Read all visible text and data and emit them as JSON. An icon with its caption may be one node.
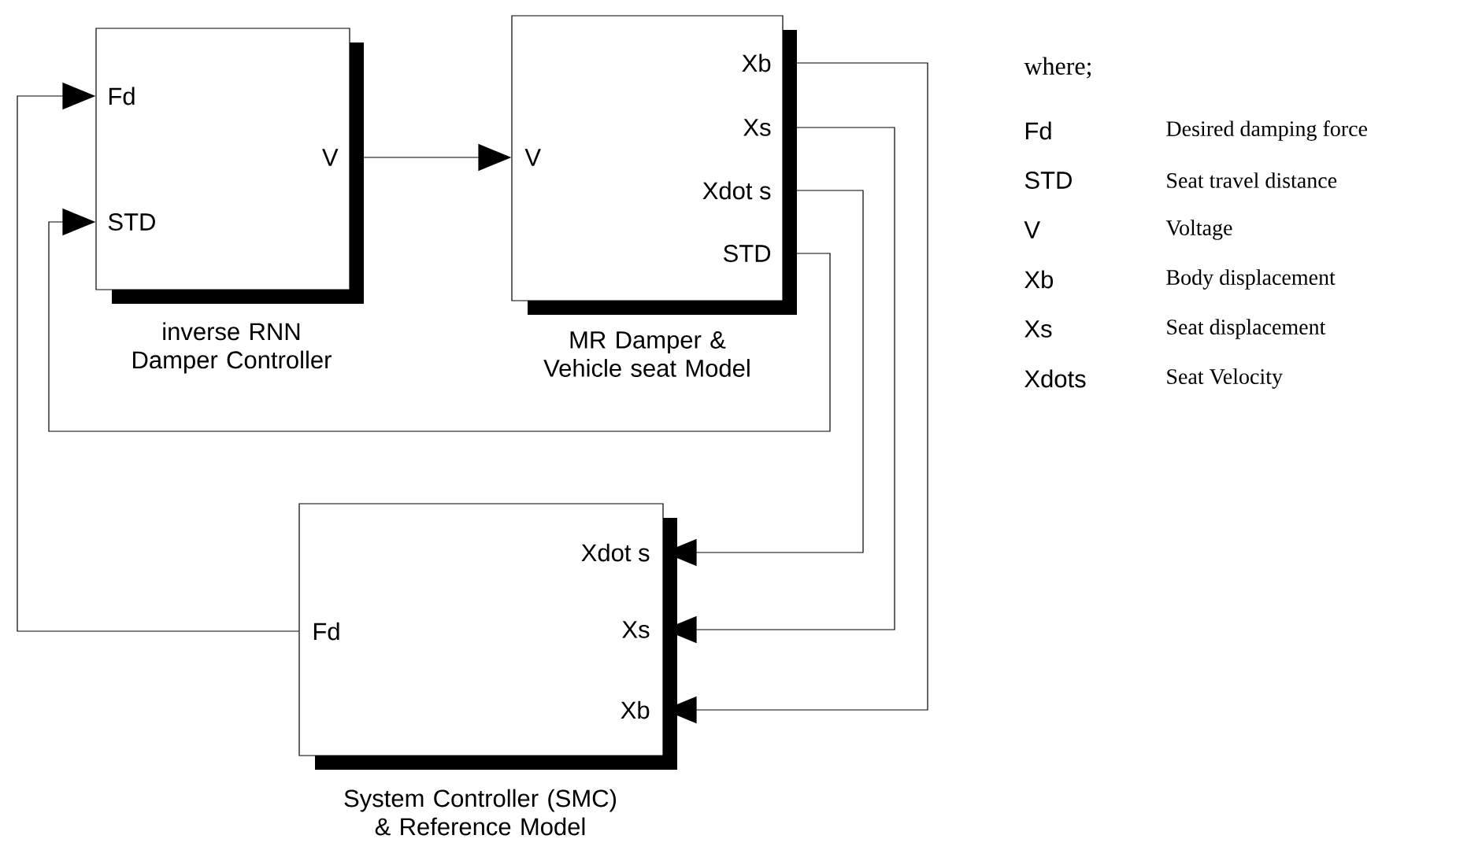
{
  "diagram": {
    "nodes": [
      {
        "text": [
          "Fd",
          "STD",
          "V"
        ],
        "beside": [
          "inverse RNN Damper Controller"
        ]
      },
      {
        "text": [
          "V",
          "Xb",
          "Xs",
          "Xdot s",
          "STD"
        ],
        "beside": [
          "MR Damper & Vehicle seat Model"
        ]
      },
      {
        "text": [
          "Xdot s",
          "Fd",
          "Xs",
          "Xb"
        ],
        "beside": [
          "System Controller (SMC) & Reference Model"
        ]
      }
    ],
    "edges": [
      {
        "from": 0,
        "to": 1,
        "arrow": "to"
      },
      {
        "from": 1,
        "to": 2,
        "arrow": "to"
      },
      {
        "from": 1,
        "to": 2,
        "arrow": "to"
      },
      {
        "from": 1,
        "to": 2,
        "arrow": "to"
      },
      {
        "from": 1,
        "to": 0,
        "arrow": "to"
      },
      {
        "from": 2,
        "to": 0,
        "arrow": "to"
      }
    ],
    "labels": [
      "where;",
      "Fd",
      "Desired damping force",
      "STD",
      "Seat travel distance",
      "V",
      "Voltage",
      "Xb",
      "Body displacement",
      "Xs",
      "Seat displacement",
      "Xdots",
      "Seat Velocity"
    ]
  }
}
